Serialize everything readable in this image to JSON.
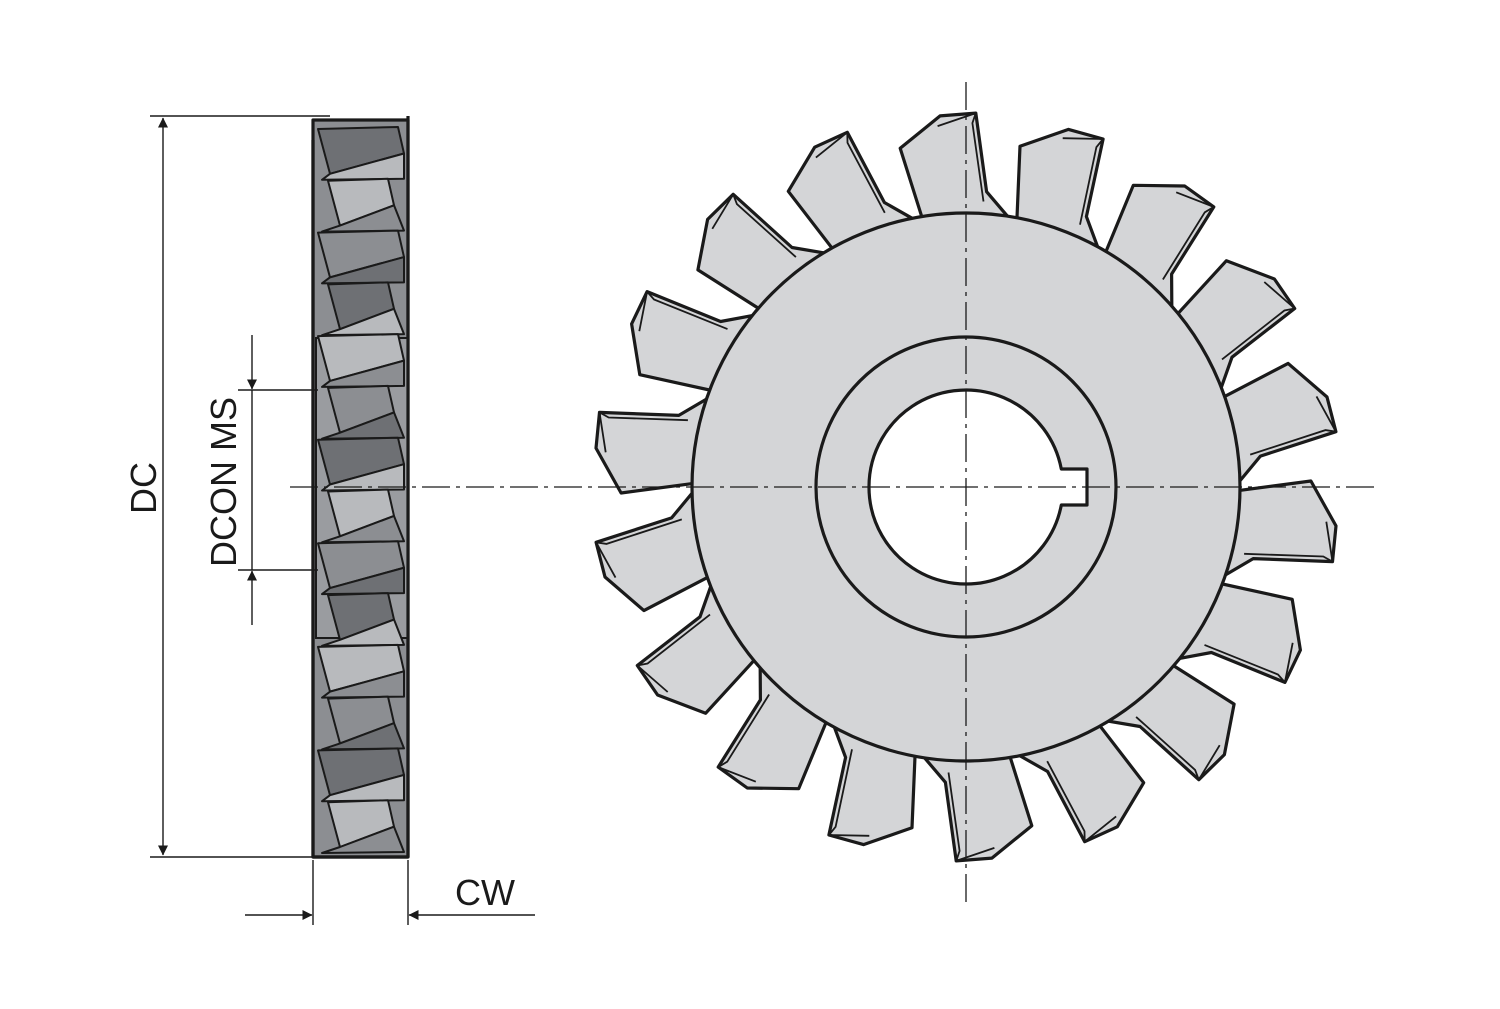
{
  "labels": {
    "dc": "DC",
    "dcon_ms": "DCON MS",
    "cw": "CW"
  },
  "cutter": {
    "tooth_count": 18
  },
  "colors": {
    "face_fill": "#d4d5d7",
    "side_dark": "#6e7074",
    "side_mid": "#8c8e92",
    "side_light": "#b8babd",
    "line": "#1a1a1a"
  }
}
